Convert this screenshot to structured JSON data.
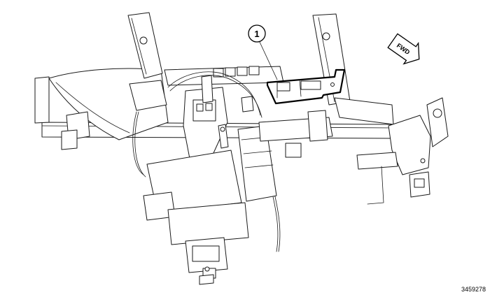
{
  "diagram": {
    "callouts": [
      {
        "number": "1"
      }
    ],
    "direction_arrow": {
      "label": "FWD"
    },
    "figure_number": "3459278",
    "colors": {
      "line": "#1a1a1a",
      "background": "#ffffff"
    }
  }
}
